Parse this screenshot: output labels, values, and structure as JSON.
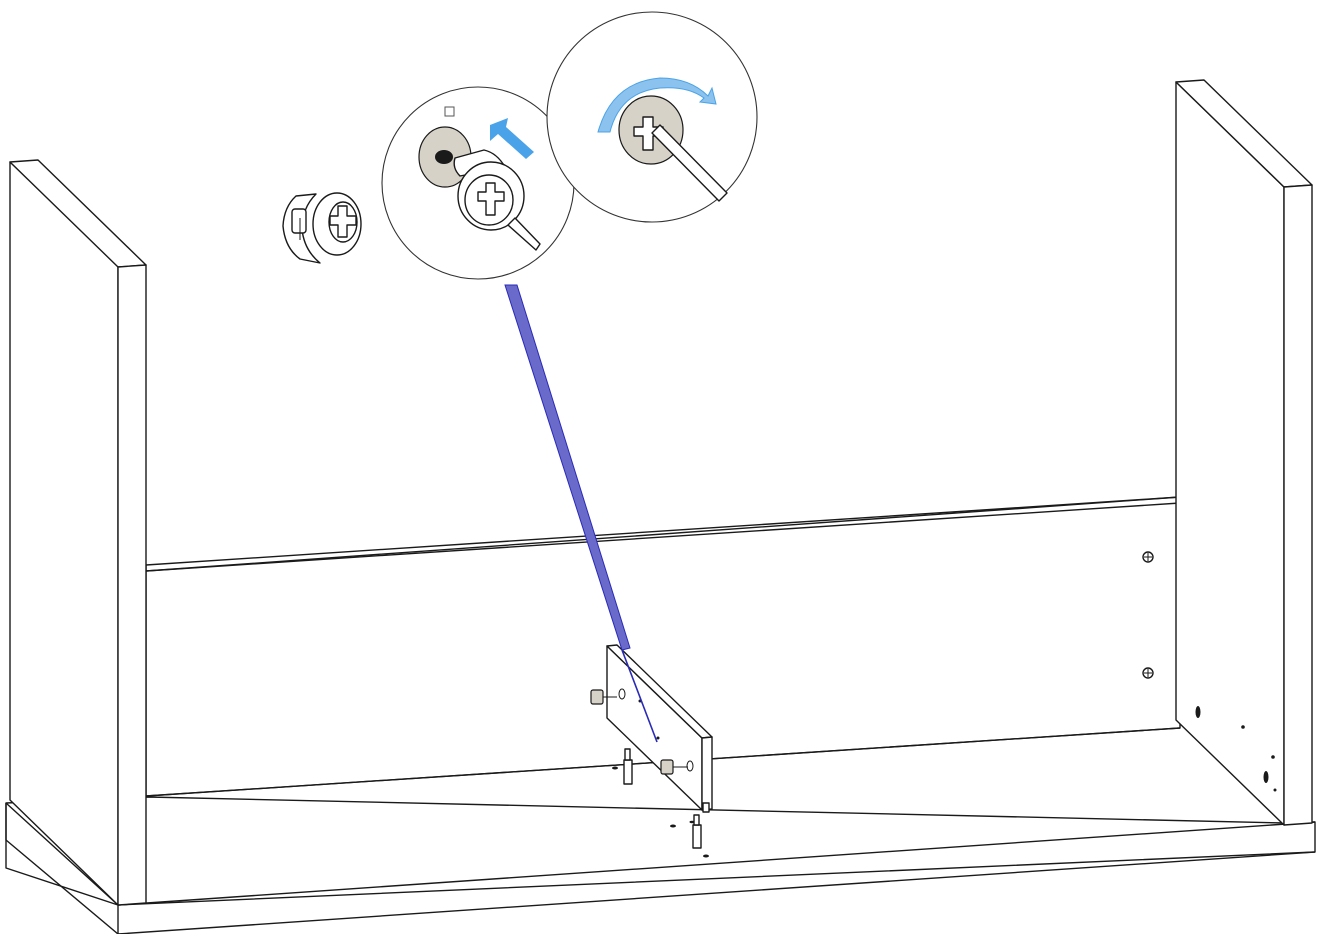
{
  "diagram": {
    "type": "furniture-assembly-step",
    "panels": [
      "left-side-panel",
      "right-side-panel",
      "bottom-panel",
      "back-panel",
      "divider-panel"
    ],
    "hardware": [
      "cam-lock",
      "cam-bolt-dowel",
      "screw"
    ],
    "detail_callouts": [
      {
        "name": "cam-lock-insert-detail",
        "action": "insert"
      },
      {
        "name": "cam-lock-tighten-detail",
        "action": "rotate-clockwise"
      }
    ],
    "colors": {
      "line": "#1a1a1a",
      "arrow": "#4aa3e8",
      "leader": "#2a2ab8",
      "hardware_fill": "#d6d2c8"
    }
  }
}
